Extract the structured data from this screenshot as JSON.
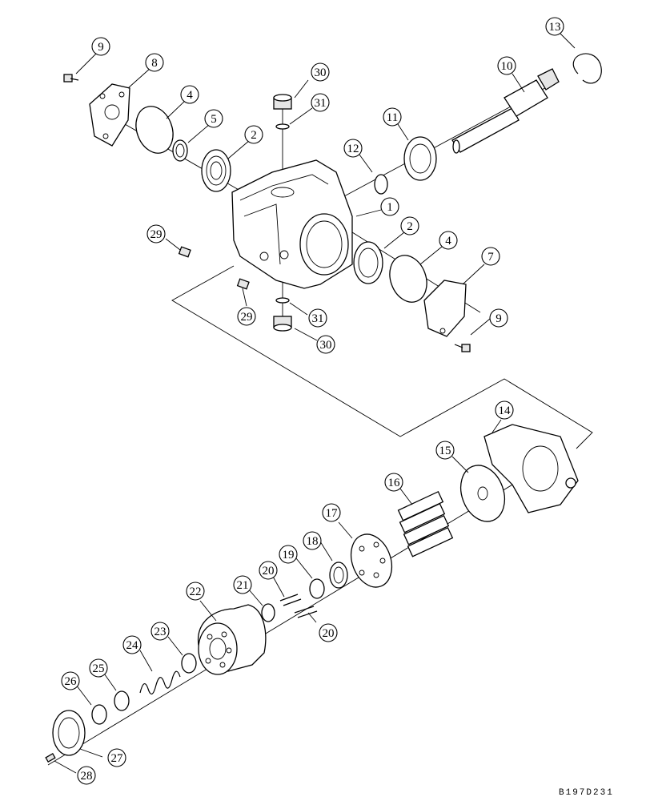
{
  "drawing_code": "B197D231",
  "callouts": {
    "c9a": "9",
    "c8": "8",
    "c4a": "4",
    "c5": "5",
    "c2a": "2",
    "c30a": "30",
    "c31a": "31",
    "c13": "13",
    "c10": "10",
    "c11": "11",
    "c12": "12",
    "c1": "1",
    "c29a": "29",
    "c2b": "2",
    "c4b": "4",
    "c7": "7",
    "c29b": "29",
    "c31b": "31",
    "c30b": "30",
    "c9b": "9",
    "c14": "14",
    "c15": "15",
    "c16": "16",
    "c17": "17",
    "c18": "18",
    "c19": "19",
    "c20a": "20",
    "c21": "21",
    "c22": "22",
    "c20b": "20",
    "c23": "23",
    "c24": "24",
    "c25": "25",
    "c26": "26",
    "c27": "27",
    "c28": "28"
  }
}
